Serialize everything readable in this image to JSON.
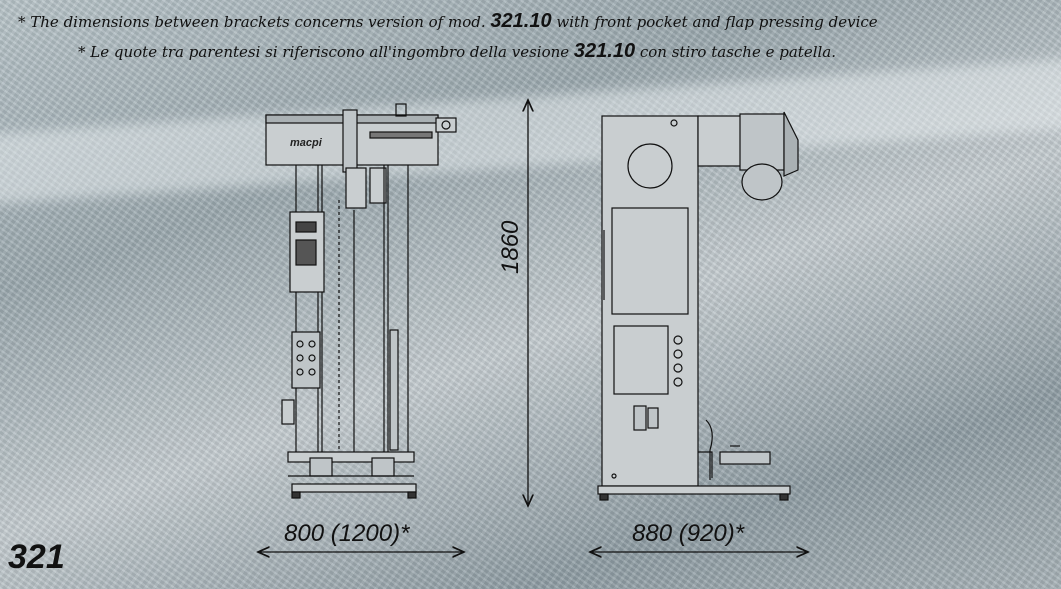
{
  "notes": {
    "english_prefix": "* The dimensions between brackets concerns version of mod.",
    "english_model": "321.10",
    "english_suffix": "with front pocket and flap pressing device",
    "italian_prefix": "* Le quote tra parentesi si riferiscono all'ingombro della vesione",
    "italian_model": "321.10",
    "italian_suffix": "con stiro tasche e patella."
  },
  "dimensions": {
    "front_width": "800 (1200)*",
    "side_depth": "880 (920)*",
    "height": "1860"
  },
  "machine": {
    "brand": "macpi",
    "model": "321"
  }
}
